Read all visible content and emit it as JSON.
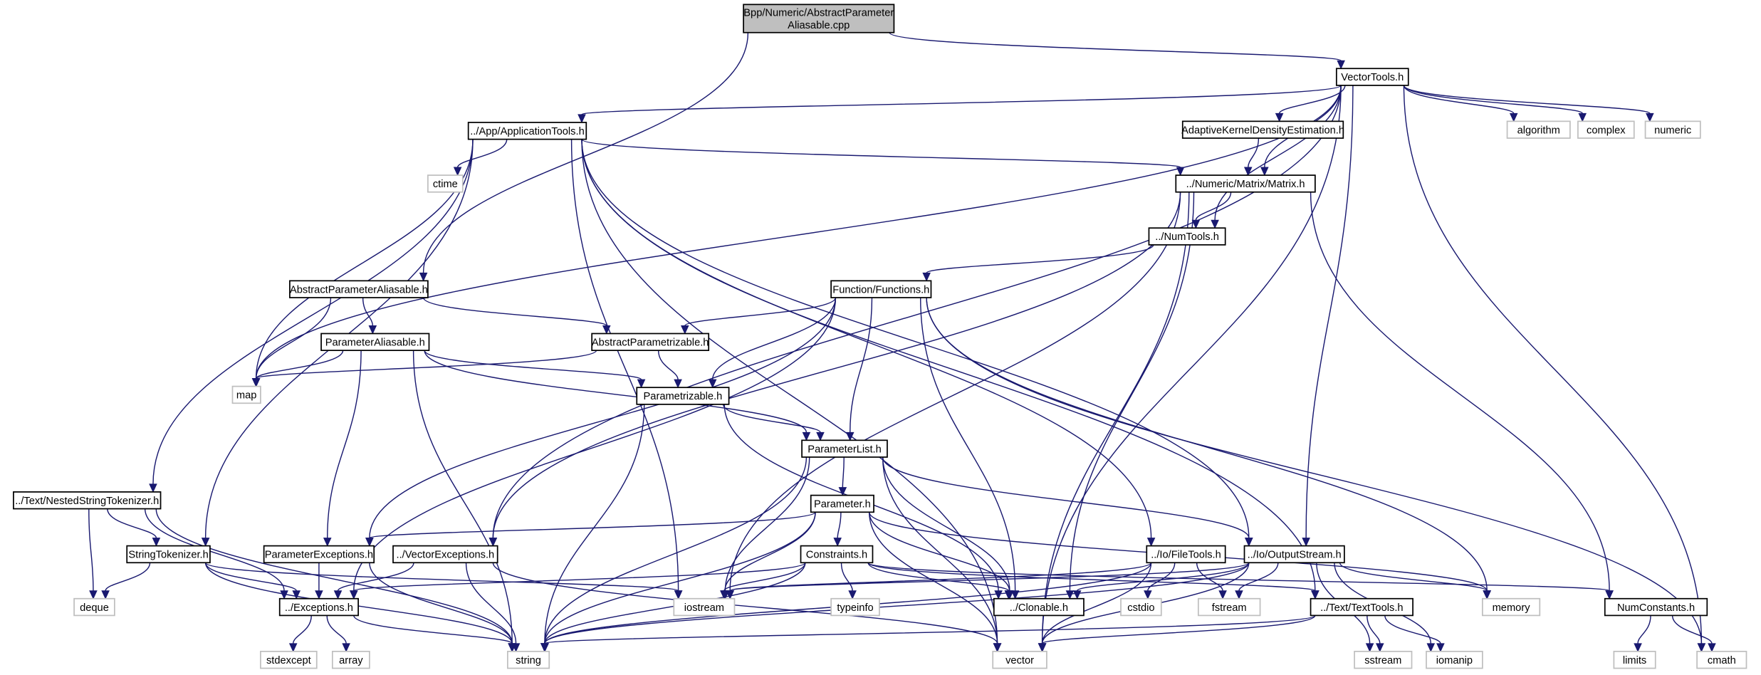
{
  "title": "Include dependency graph for Bpp/Numeric/AbstractParameterAliasable.cpp",
  "colors": {
    "edge": "#191970",
    "root_fill": "#bfbfbf",
    "node_border": "#000000",
    "system_border": "#bfbfbf"
  },
  "nodes": [
    {
      "id": "root",
      "kind": "root",
      "label": [
        "Bpp/Numeric/AbstractParameter",
        "Aliasable.cpp"
      ]
    },
    {
      "id": "vectortools",
      "kind": "local",
      "label": [
        "VectorTools.h"
      ]
    },
    {
      "id": "apptools",
      "kind": "local",
      "label": [
        "../App/ApplicationTools.h"
      ]
    },
    {
      "id": "akde",
      "kind": "local",
      "label": [
        "AdaptiveKernelDensityEstimation.h"
      ]
    },
    {
      "id": "algorithm",
      "kind": "system",
      "label": [
        "algorithm"
      ]
    },
    {
      "id": "complex",
      "kind": "system",
      "label": [
        "complex"
      ]
    },
    {
      "id": "numeric",
      "kind": "system",
      "label": [
        "numeric"
      ]
    },
    {
      "id": "ctime",
      "kind": "system",
      "label": [
        "ctime"
      ]
    },
    {
      "id": "matrix",
      "kind": "local",
      "label": [
        "../Numeric/Matrix/Matrix.h"
      ]
    },
    {
      "id": "numtools",
      "kind": "local",
      "label": [
        "../NumTools.h"
      ]
    },
    {
      "id": "apa",
      "kind": "local",
      "label": [
        "AbstractParameterAliasable.h"
      ]
    },
    {
      "id": "functions",
      "kind": "local",
      "label": [
        "Function/Functions.h"
      ]
    },
    {
      "id": "pa",
      "kind": "local",
      "label": [
        "ParameterAliasable.h"
      ]
    },
    {
      "id": "aparam",
      "kind": "local",
      "label": [
        "AbstractParametrizable.h"
      ]
    },
    {
      "id": "map",
      "kind": "system",
      "label": [
        "map"
      ]
    },
    {
      "id": "parametrizable",
      "kind": "local",
      "label": [
        "Parametrizable.h"
      ]
    },
    {
      "id": "paramlist",
      "kind": "local",
      "label": [
        "ParameterList.h"
      ]
    },
    {
      "id": "nested",
      "kind": "local",
      "label": [
        "../Text/NestedStringTokenizer.h"
      ]
    },
    {
      "id": "parameter",
      "kind": "local",
      "label": [
        "Parameter.h"
      ]
    },
    {
      "id": "strtok",
      "kind": "local",
      "label": [
        "StringTokenizer.h"
      ]
    },
    {
      "id": "paramexc",
      "kind": "local",
      "label": [
        "ParameterExceptions.h"
      ]
    },
    {
      "id": "vecexc",
      "kind": "local",
      "label": [
        "../VectorExceptions.h"
      ]
    },
    {
      "id": "constraints",
      "kind": "local",
      "label": [
        "Constraints.h"
      ]
    },
    {
      "id": "filetools",
      "kind": "local",
      "label": [
        "../Io/FileTools.h"
      ]
    },
    {
      "id": "outstream",
      "kind": "local",
      "label": [
        "../Io/OutputStream.h"
      ]
    },
    {
      "id": "deque",
      "kind": "system",
      "label": [
        "deque"
      ]
    },
    {
      "id": "exceptions",
      "kind": "local",
      "label": [
        "../Exceptions.h"
      ]
    },
    {
      "id": "iostream",
      "kind": "system",
      "label": [
        "iostream"
      ]
    },
    {
      "id": "typeinfo",
      "kind": "system",
      "label": [
        "typeinfo"
      ]
    },
    {
      "id": "clonable",
      "kind": "local",
      "label": [
        "../Clonable.h"
      ]
    },
    {
      "id": "cstdio",
      "kind": "system",
      "label": [
        "cstdio"
      ]
    },
    {
      "id": "fstream",
      "kind": "system",
      "label": [
        "fstream"
      ]
    },
    {
      "id": "texttools",
      "kind": "local",
      "label": [
        "../Text/TextTools.h"
      ]
    },
    {
      "id": "memory",
      "kind": "system",
      "label": [
        "memory"
      ]
    },
    {
      "id": "numconst",
      "kind": "local",
      "label": [
        "NumConstants.h"
      ]
    },
    {
      "id": "stdexcept",
      "kind": "system",
      "label": [
        "stdexcept"
      ]
    },
    {
      "id": "array",
      "kind": "system",
      "label": [
        "array"
      ]
    },
    {
      "id": "string",
      "kind": "system",
      "label": [
        "string"
      ]
    },
    {
      "id": "vector",
      "kind": "system",
      "label": [
        "vector"
      ]
    },
    {
      "id": "sstream",
      "kind": "system",
      "label": [
        "sstream"
      ]
    },
    {
      "id": "iomanip",
      "kind": "system",
      "label": [
        "iomanip"
      ]
    },
    {
      "id": "limits",
      "kind": "system",
      "label": [
        "limits"
      ]
    },
    {
      "id": "cmath",
      "kind": "system",
      "label": [
        "cmath"
      ]
    }
  ],
  "edges": [
    [
      "root",
      "apa"
    ],
    [
      "root",
      "vectortools"
    ],
    [
      "vectortools",
      "apptools"
    ],
    [
      "vectortools",
      "akde"
    ],
    [
      "vectortools",
      "algorithm"
    ],
    [
      "vectortools",
      "complex"
    ],
    [
      "vectortools",
      "numeric"
    ],
    [
      "vectortools",
      "matrix"
    ],
    [
      "vectortools",
      "numtools"
    ],
    [
      "vectortools",
      "map"
    ],
    [
      "vectortools",
      "vecexc"
    ],
    [
      "vectortools",
      "outstream"
    ],
    [
      "vectortools",
      "cmath"
    ],
    [
      "vectortools",
      "vector"
    ],
    [
      "apptools",
      "ctime"
    ],
    [
      "apptools",
      "matrix"
    ],
    [
      "apptools",
      "nested"
    ],
    [
      "apptools",
      "strtok"
    ],
    [
      "apptools",
      "map"
    ],
    [
      "apptools",
      "iostream"
    ],
    [
      "apptools",
      "vector"
    ],
    [
      "apptools",
      "filetools"
    ],
    [
      "apptools",
      "outstream"
    ],
    [
      "apptools",
      "texttools"
    ],
    [
      "akde",
      "matrix"
    ],
    [
      "matrix",
      "numtools"
    ],
    [
      "matrix",
      "vecexc"
    ],
    [
      "matrix",
      "iostream"
    ],
    [
      "matrix",
      "clonable"
    ],
    [
      "matrix",
      "vector"
    ],
    [
      "matrix",
      "numconst"
    ],
    [
      "numtools",
      "functions"
    ],
    [
      "apa",
      "aparam"
    ],
    [
      "apa",
      "pa"
    ],
    [
      "apa",
      "map"
    ],
    [
      "functions",
      "aparam"
    ],
    [
      "functions",
      "parametrizable"
    ],
    [
      "functions",
      "paramlist"
    ],
    [
      "functions",
      "paramexc"
    ],
    [
      "functions",
      "exceptions"
    ],
    [
      "functions",
      "clonable"
    ],
    [
      "functions",
      "memory"
    ],
    [
      "functions",
      "cmath"
    ],
    [
      "pa",
      "map"
    ],
    [
      "pa",
      "parametrizable"
    ],
    [
      "pa",
      "paramlist"
    ],
    [
      "pa",
      "paramexc"
    ],
    [
      "pa",
      "string"
    ],
    [
      "aparam",
      "parametrizable"
    ],
    [
      "aparam",
      "map"
    ],
    [
      "parametrizable",
      "paramlist"
    ],
    [
      "parametrizable",
      "clonable"
    ],
    [
      "parametrizable",
      "string"
    ],
    [
      "paramlist",
      "parameter"
    ],
    [
      "paramlist",
      "clonable"
    ],
    [
      "paramlist",
      "string"
    ],
    [
      "paramlist",
      "iostream"
    ],
    [
      "paramlist",
      "vector"
    ],
    [
      "paramlist",
      "outstream"
    ],
    [
      "nested",
      "strtok"
    ],
    [
      "nested",
      "exceptions"
    ],
    [
      "nested",
      "deque"
    ],
    [
      "nested",
      "string"
    ],
    [
      "parameter",
      "constraints"
    ],
    [
      "parameter",
      "paramexc"
    ],
    [
      "parameter",
      "clonable"
    ],
    [
      "parameter",
      "iostream"
    ],
    [
      "parameter",
      "string"
    ],
    [
      "parameter",
      "vector"
    ],
    [
      "parameter",
      "memory"
    ],
    [
      "strtok",
      "deque"
    ],
    [
      "strtok",
      "exceptions"
    ],
    [
      "strtok",
      "string"
    ],
    [
      "strtok",
      "iostream"
    ],
    [
      "paramexc",
      "exceptions"
    ],
    [
      "paramexc",
      "string"
    ],
    [
      "vecexc",
      "exceptions"
    ],
    [
      "vecexc",
      "string"
    ],
    [
      "vecexc",
      "vector"
    ],
    [
      "constraints",
      "exceptions"
    ],
    [
      "constraints",
      "iostream"
    ],
    [
      "constraints",
      "typeinfo"
    ],
    [
      "constraints",
      "clonable"
    ],
    [
      "constraints",
      "string"
    ],
    [
      "constraints",
      "texttools"
    ],
    [
      "constraints",
      "numconst"
    ],
    [
      "filetools",
      "iostream"
    ],
    [
      "filetools",
      "cstdio"
    ],
    [
      "filetools",
      "fstream"
    ],
    [
      "filetools",
      "string"
    ],
    [
      "filetools",
      "vector"
    ],
    [
      "outstream",
      "iostream"
    ],
    [
      "outstream",
      "clonable"
    ],
    [
      "outstream",
      "fstream"
    ],
    [
      "outstream",
      "string"
    ],
    [
      "outstream",
      "vector"
    ],
    [
      "outstream",
      "memory"
    ],
    [
      "outstream",
      "sstream"
    ],
    [
      "outstream",
      "iomanip"
    ],
    [
      "exceptions",
      "stdexcept"
    ],
    [
      "exceptions",
      "array"
    ],
    [
      "exceptions",
      "string"
    ],
    [
      "texttools",
      "sstream"
    ],
    [
      "texttools",
      "iomanip"
    ],
    [
      "texttools",
      "string"
    ],
    [
      "texttools",
      "vector"
    ],
    [
      "numconst",
      "limits"
    ],
    [
      "numconst",
      "cmath"
    ]
  ]
}
